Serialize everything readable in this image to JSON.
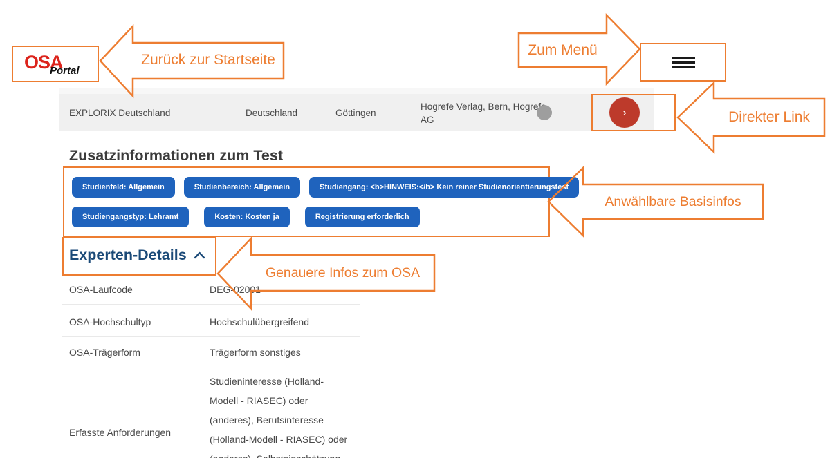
{
  "colors": {
    "accent": "#ed7d31",
    "badge_blue": "#1f63bd",
    "btn_red": "#bd3a2b",
    "head_blue": "#1b4a78",
    "logo_red": "#dc241c"
  },
  "logo": {
    "osa": "OSA",
    "portal": "Portal"
  },
  "annotations": {
    "back_home": "Zurück zur Startseite",
    "to_menu": "Zum Menü",
    "direct_link": "Direkter Link",
    "basis_infos": "Anwählbare Basisinfos",
    "expert_infos": "Genauere Infos zum OSA"
  },
  "result_row": {
    "name": "EXPLORIX Deutschland",
    "country": "Deutschland",
    "city": "Göttingen",
    "publisher": "Hogrefe Verlag, Bern, Hogrefe AG",
    "chevron": "›"
  },
  "zusatz": {
    "title": "Zusatzinformationen zum Test",
    "badges": [
      "Studienfeld: Allgemein",
      "Studienbereich: Allgemein",
      "Studiengang: <b>HINWEIS:</b> Kein reiner Studienorientierungstest",
      "Studiengangstyp: Lehramt",
      "Kosten: Kosten ja",
      "Registrierung erforderlich"
    ]
  },
  "experten": {
    "title": "Experten-Details",
    "details": [
      {
        "label": "OSA-Laufcode",
        "value": "DEG-02001"
      },
      {
        "label": "OSA-Hochschultyp",
        "value": "Hochschulübergreifend"
      },
      {
        "label": "OSA-Trägerform",
        "value": "Trägerform sonstiges"
      },
      {
        "label": "Erfasste Anforderungen",
        "value": "Studieninteresse (Holland-\nModell - RIASEC) oder\n(anderes), Berufsinteresse\n(Holland-Modell - RIASEC) oder\n(anderes), Selbsteinschätzung"
      }
    ]
  }
}
